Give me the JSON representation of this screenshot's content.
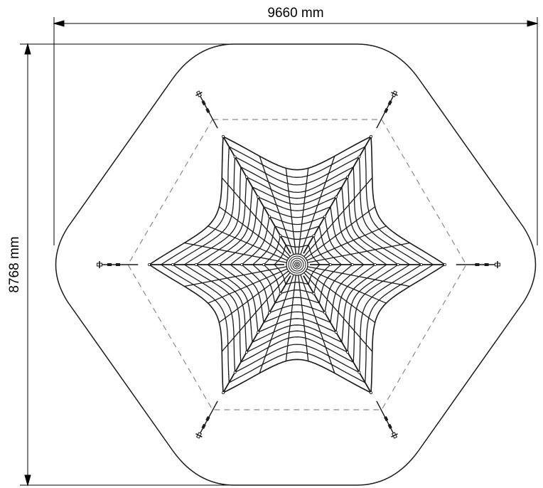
{
  "dimensions": {
    "width_label": "9660 mm",
    "height_label": "8768 mm"
  },
  "diagram": {
    "spokes": 6,
    "rings": 12,
    "line_color": "#1a1a1a",
    "dashed_color": "#8a8a8a",
    "background": "#ffffff"
  }
}
